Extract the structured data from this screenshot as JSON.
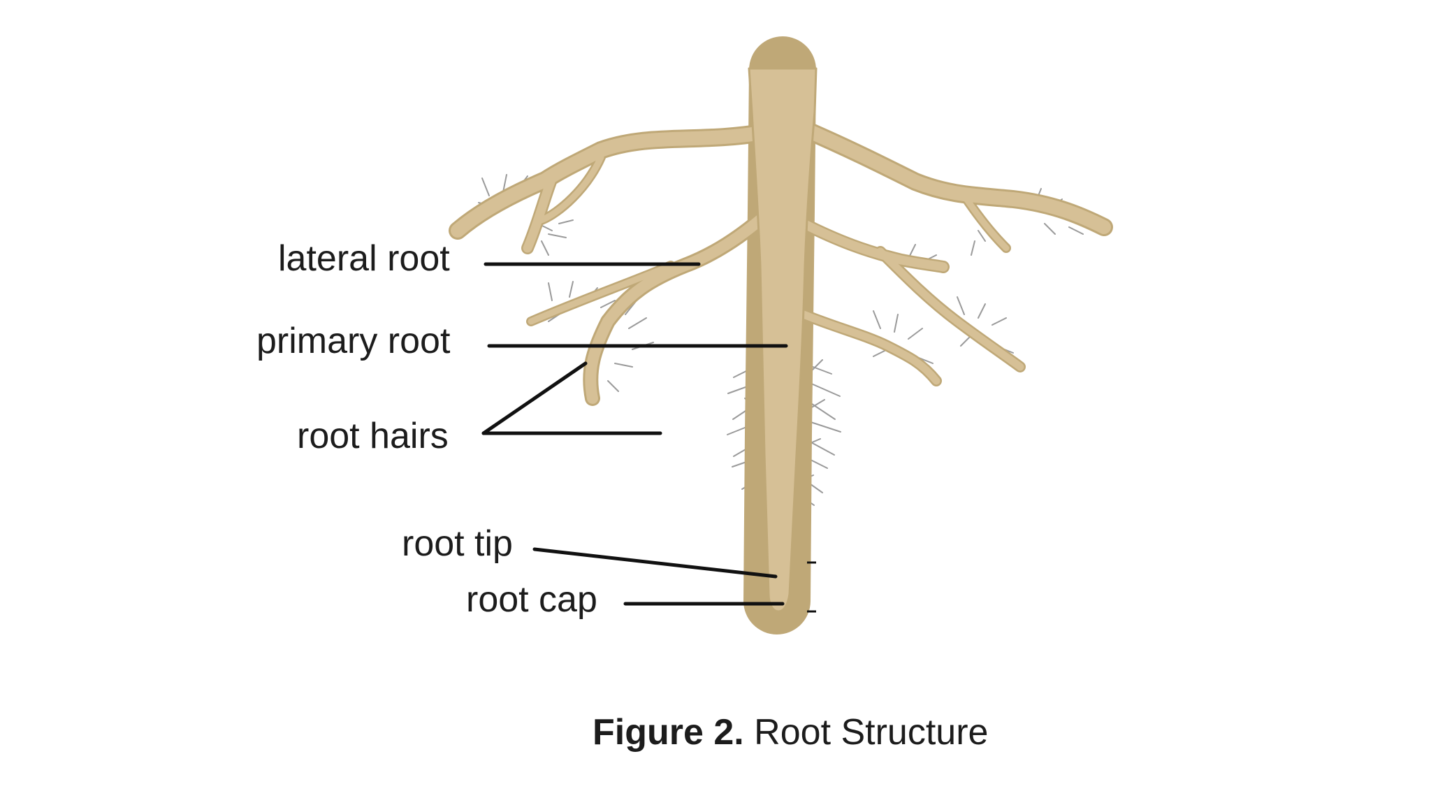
{
  "diagram": {
    "labels": {
      "lateral_root": "lateral root",
      "primary_root": "primary root",
      "root_hairs": "root hairs",
      "root_tip": "root tip",
      "root_cap": "root cap"
    },
    "caption": {
      "number": "Figure 2.",
      "title": "Root Structure"
    },
    "colors": {
      "root_fill": "#d6c096",
      "root_outline": "#bfa877",
      "hair": "#9a9a9a",
      "leader_line": "#111111"
    }
  }
}
